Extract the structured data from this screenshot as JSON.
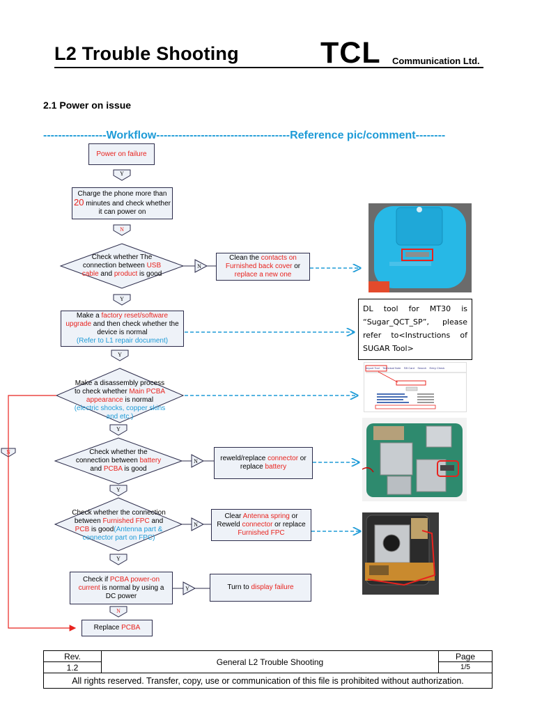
{
  "header": {
    "title": "L2 Trouble Shooting",
    "brand": "TCL",
    "company": "Communication Ltd."
  },
  "section_title": "2.1 Power on issue",
  "banner": {
    "dashes1": "-----------------",
    "workflow": "Workflow",
    "dashes2": "------------------------------------",
    "reference": "Reference pic/comment",
    "dashes3": "--------"
  },
  "flow": {
    "start": "Power on  failure",
    "charge": {
      "a": "Charge the phone more than",
      "num": "20",
      "b": " minutes and check whether",
      "c": "it can power on"
    },
    "usb": {
      "a": "Check whether The",
      "b": "connection between ",
      "usb": "USB",
      "cable": "cable",
      "and": " and ",
      "product": "product",
      "good": " is good"
    },
    "clean": {
      "a": "Clean the ",
      "contacts": "contacts on",
      "furnished": "Furnished back cover",
      "or": " or",
      "replace": "replace a new one"
    },
    "reset": {
      "a": "Make a ",
      "factory": "factory reset/software",
      "upgrade": "upgrade",
      "b": " and then check whether the",
      "c": "device is normal",
      "ref": "(Refer to L1 repair document)"
    },
    "disasm": {
      "a": "Make a disassembly process",
      "b": "to check whether ",
      "main": "Main  PCBA",
      "appearance": "appearance",
      "c": " is normal",
      "shocks": "(electric shocks, copper skins",
      "etc": "and etc.)"
    },
    "battery": {
      "a": "Check whether the",
      "b": "connection between ",
      "battery": "battery",
      "and": "and ",
      "pcba": "PCBA",
      "good": " is good"
    },
    "reweld": {
      "a": "reweld/replace  ",
      "connector": "connector",
      "or": " or",
      "replace": "replace ",
      "battery": "battery"
    },
    "fpc": {
      "a": "Check whether the connection",
      "b": "between ",
      "fpc": "Furnished FPC",
      "and": " and",
      "pcb": "PCB",
      "good": " is good",
      "antenna": "(Antenna part &",
      "connector": "connector part on FPC)"
    },
    "clear": {
      "a": "Clear ",
      "spring": "Antenna spring",
      "or": " or",
      "reweld": "Reweld ",
      "connector": "connector",
      "replace": " or replace",
      "fpc": "Furnished FPC"
    },
    "current": {
      "a": "Check if ",
      "pcba": "PCBA power-on",
      "current": "current",
      "b": " is normal by using a",
      "c": "DC power"
    },
    "display": {
      "a": "Turn to ",
      "failure": "display failure"
    },
    "replace": {
      "a": "Replace ",
      "pcba": "PCBA"
    },
    "yes": "Y",
    "no": "N"
  },
  "dl_note": "DL tool for MT30 is “Sugar_QCT_SP”, please refer to<Instructions of SUGAR Tool>",
  "screenshot": {
    "tabs": [
      "Import Tool",
      "Technical Note",
      "SB Card",
      "Search",
      "Entry Check"
    ]
  },
  "footer": {
    "rev_label": "Rev.",
    "rev_value": "1.2",
    "doc_title": "General L2 Trouble Shooting",
    "page_label": "Page",
    "page_value": "1/5",
    "rights": "All rights reserved. Transfer, copy, use or communication of this file is prohibited without authorization."
  },
  "colors": {
    "accent_blue": "#1e9bd7",
    "accent_red": "#e8231e",
    "box_fill": "#eef2f8"
  }
}
